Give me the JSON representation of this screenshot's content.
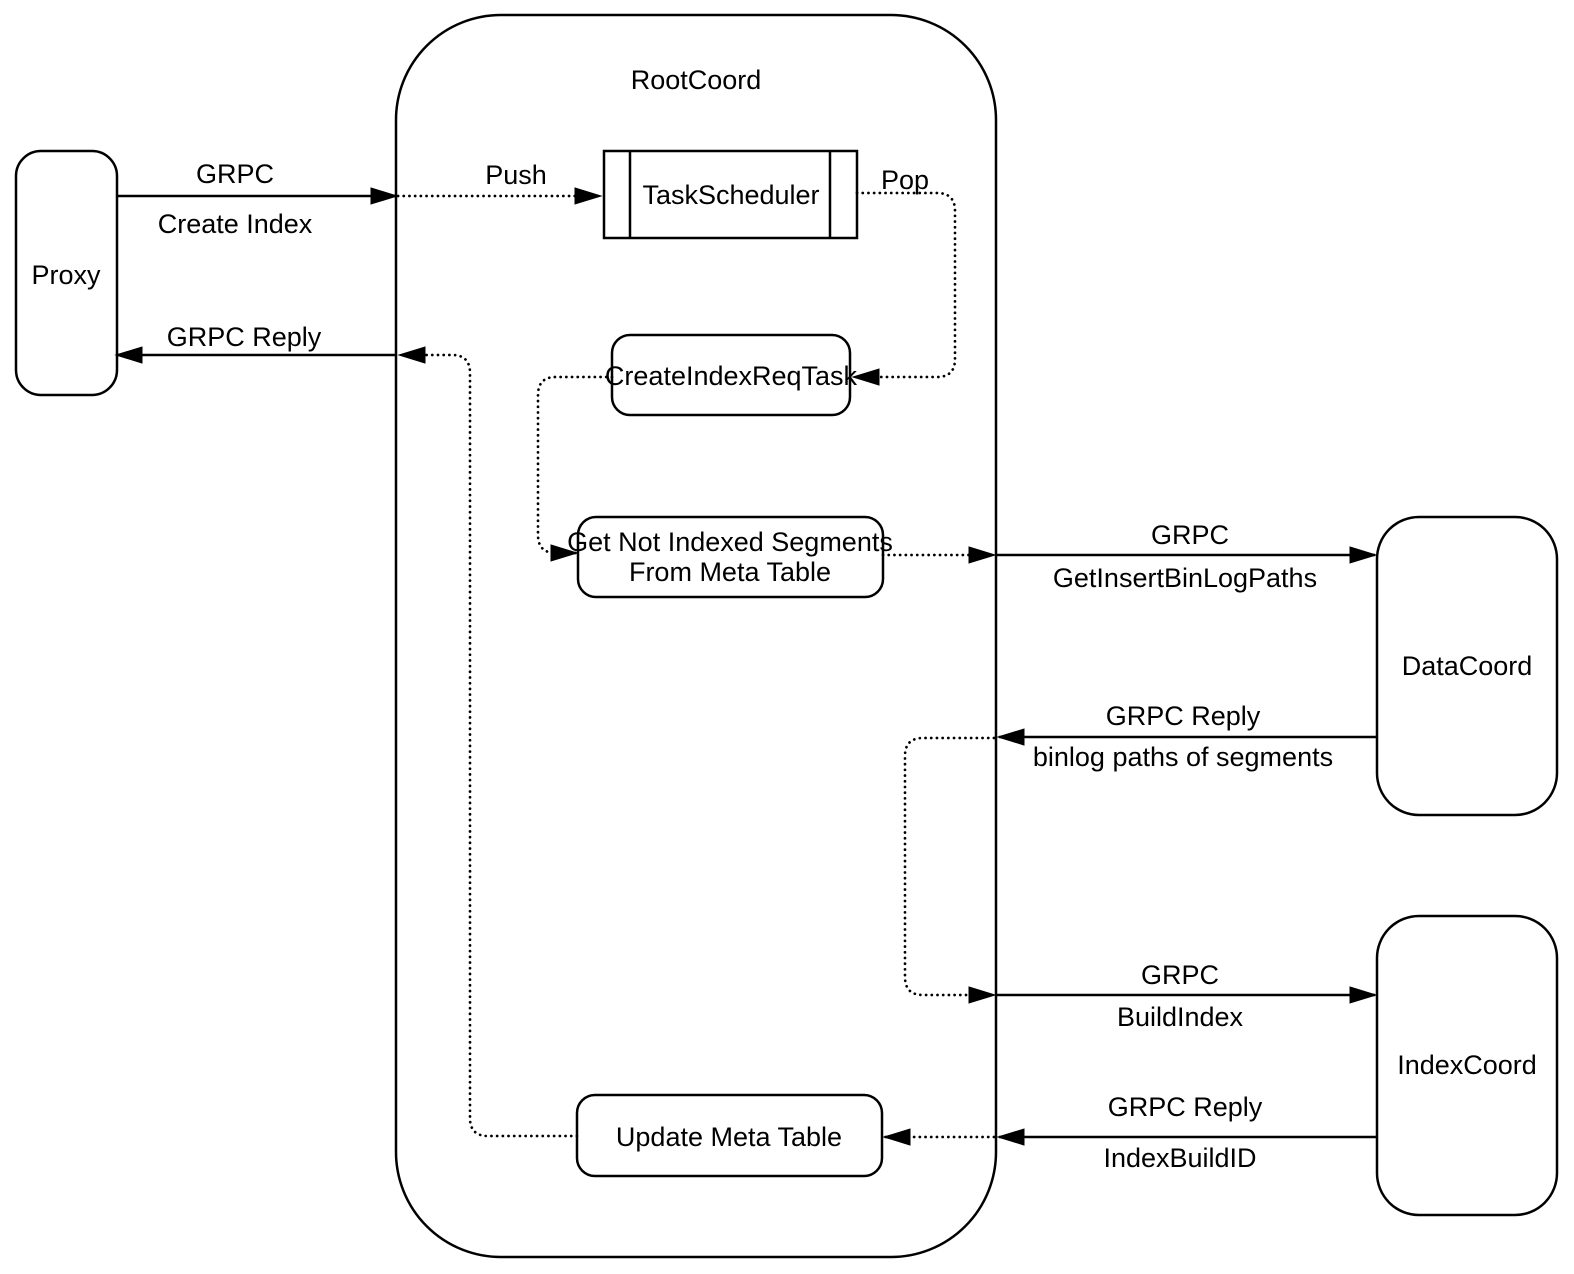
{
  "diagram": {
    "background": "#ffffff",
    "stroke_color": "#000000",
    "node_fill": "#ffffff",
    "nodes": {
      "proxy": {
        "label": "Proxy"
      },
      "root_coord": {
        "label": "RootCoord"
      },
      "task_scheduler": {
        "label": "TaskScheduler"
      },
      "create_index_req_task": {
        "label": "CreateIndexReqTask"
      },
      "get_not_indexed_segments": {
        "label_line1": "Get Not Indexed Segments",
        "label_line2": "From Meta Table"
      },
      "update_meta_table": {
        "label": "Update Meta Table"
      },
      "data_coord": {
        "label": "DataCoord"
      },
      "index_coord": {
        "label": "IndexCoord"
      }
    },
    "edges": {
      "create_index": {
        "protocol": "GRPC",
        "method": "Create Index"
      },
      "grpc_reply_to_proxy": {
        "protocol": "GRPC Reply"
      },
      "push": {
        "label": "Push"
      },
      "pop": {
        "label": "Pop"
      },
      "get_insert_bin_log_paths": {
        "protocol": "GRPC",
        "method": "GetInsertBinLogPaths"
      },
      "binlog_paths_reply": {
        "protocol": "GRPC Reply",
        "payload": "binlog paths of segments"
      },
      "build_index": {
        "protocol": "GRPC",
        "method": "BuildIndex"
      },
      "index_build_id_reply": {
        "protocol": "GRPC Reply",
        "payload": "IndexBuildID"
      }
    }
  }
}
